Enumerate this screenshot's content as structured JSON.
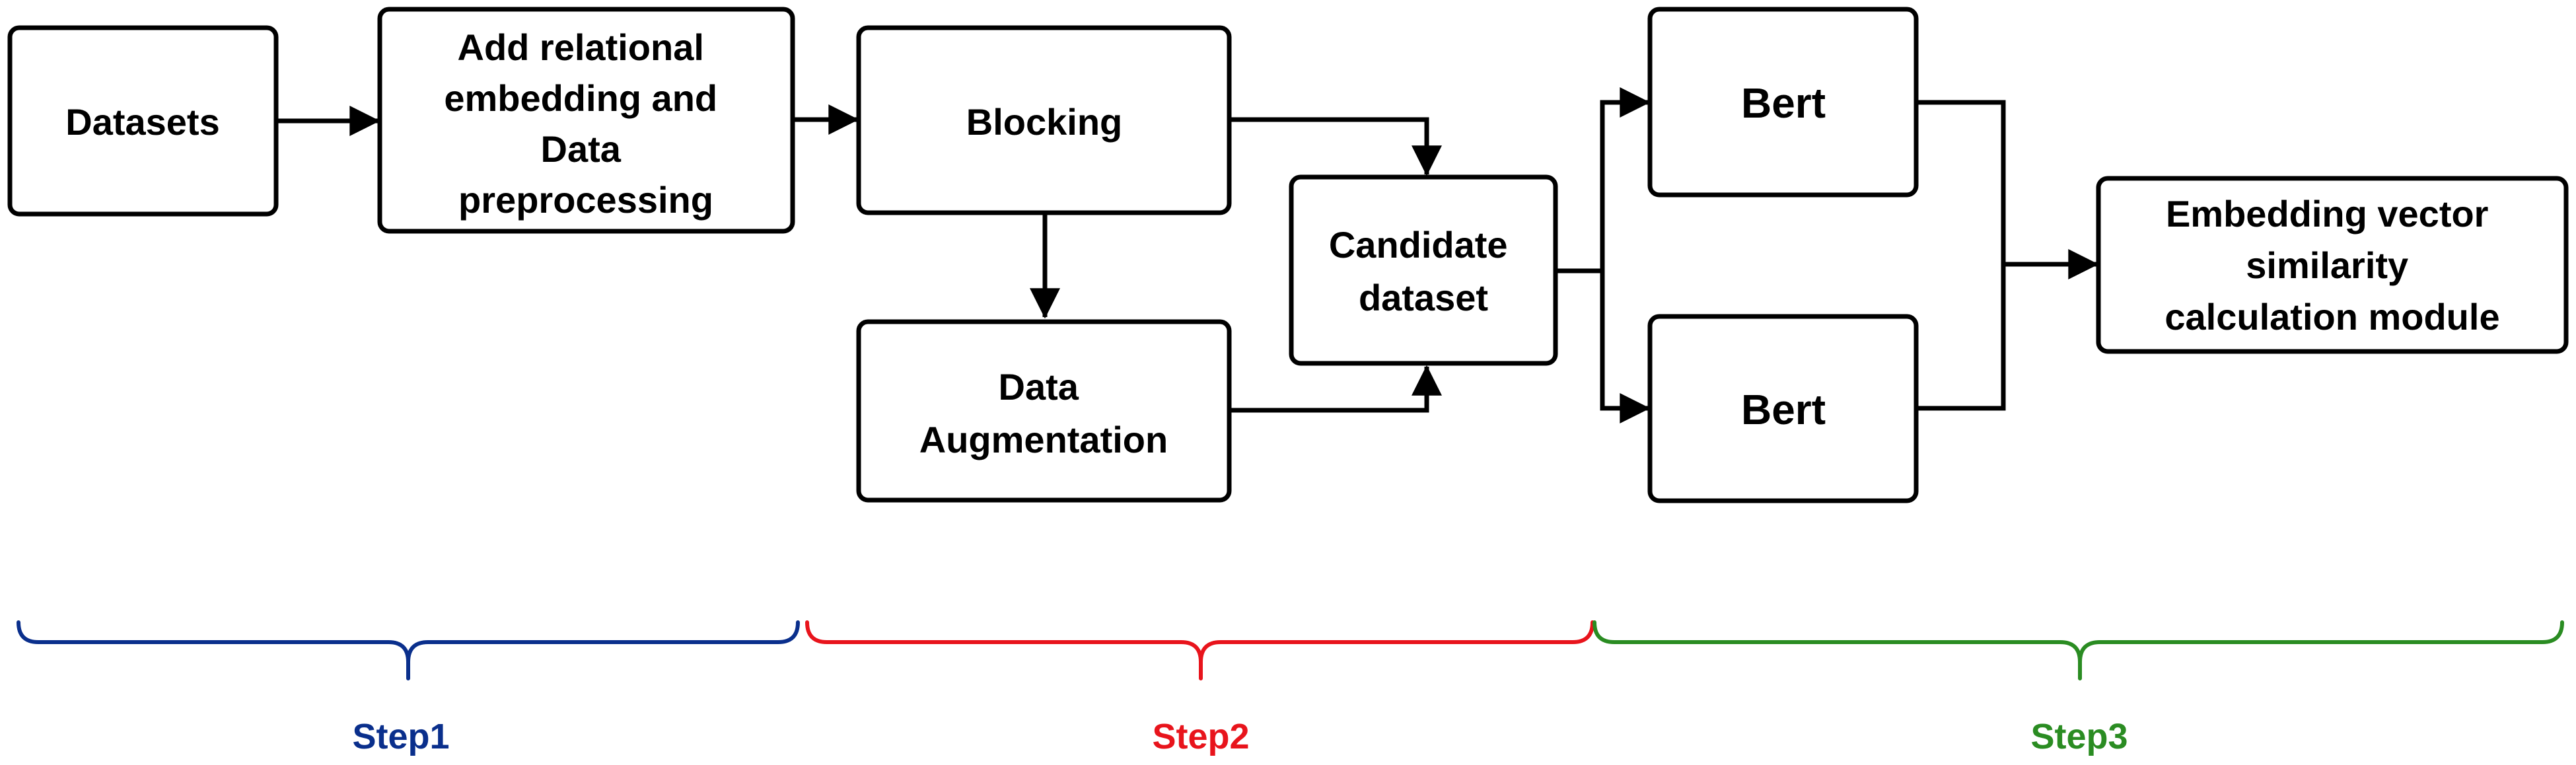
{
  "nodes": {
    "datasets": {
      "lines": [
        "Datasets"
      ]
    },
    "preprocess": {
      "lines": [
        "Add relational",
        "embedding and",
        "Data",
        "preprocessing"
      ]
    },
    "blocking": {
      "lines": [
        "Blocking"
      ]
    },
    "augmentation": {
      "lines": [
        "Data",
        "Augmentation"
      ]
    },
    "candidate": {
      "lines": [
        "Candidate",
        "dataset"
      ]
    },
    "bert_top": {
      "lines": [
        "Bert"
      ]
    },
    "bert_bottom": {
      "lines": [
        "Bert"
      ]
    },
    "similarity": {
      "lines": [
        "Embedding vector",
        "similarity",
        "calculation module"
      ]
    }
  },
  "steps": [
    {
      "label": "Step1",
      "color": "#0a2f8c"
    },
    {
      "label": "Step2",
      "color": "#e8141c"
    },
    {
      "label": "Step3",
      "color": "#2a8c22"
    }
  ],
  "edges": [
    {
      "from": "datasets",
      "to": "preprocess"
    },
    {
      "from": "preprocess",
      "to": "blocking"
    },
    {
      "from": "blocking",
      "to": "augmentation"
    },
    {
      "from": "blocking",
      "to": "candidate"
    },
    {
      "from": "augmentation",
      "to": "candidate"
    },
    {
      "from": "candidate",
      "to": "bert_top"
    },
    {
      "from": "candidate",
      "to": "bert_bottom"
    },
    {
      "from": "bert_top",
      "to": "similarity"
    },
    {
      "from": "bert_bottom",
      "to": "similarity"
    }
  ]
}
